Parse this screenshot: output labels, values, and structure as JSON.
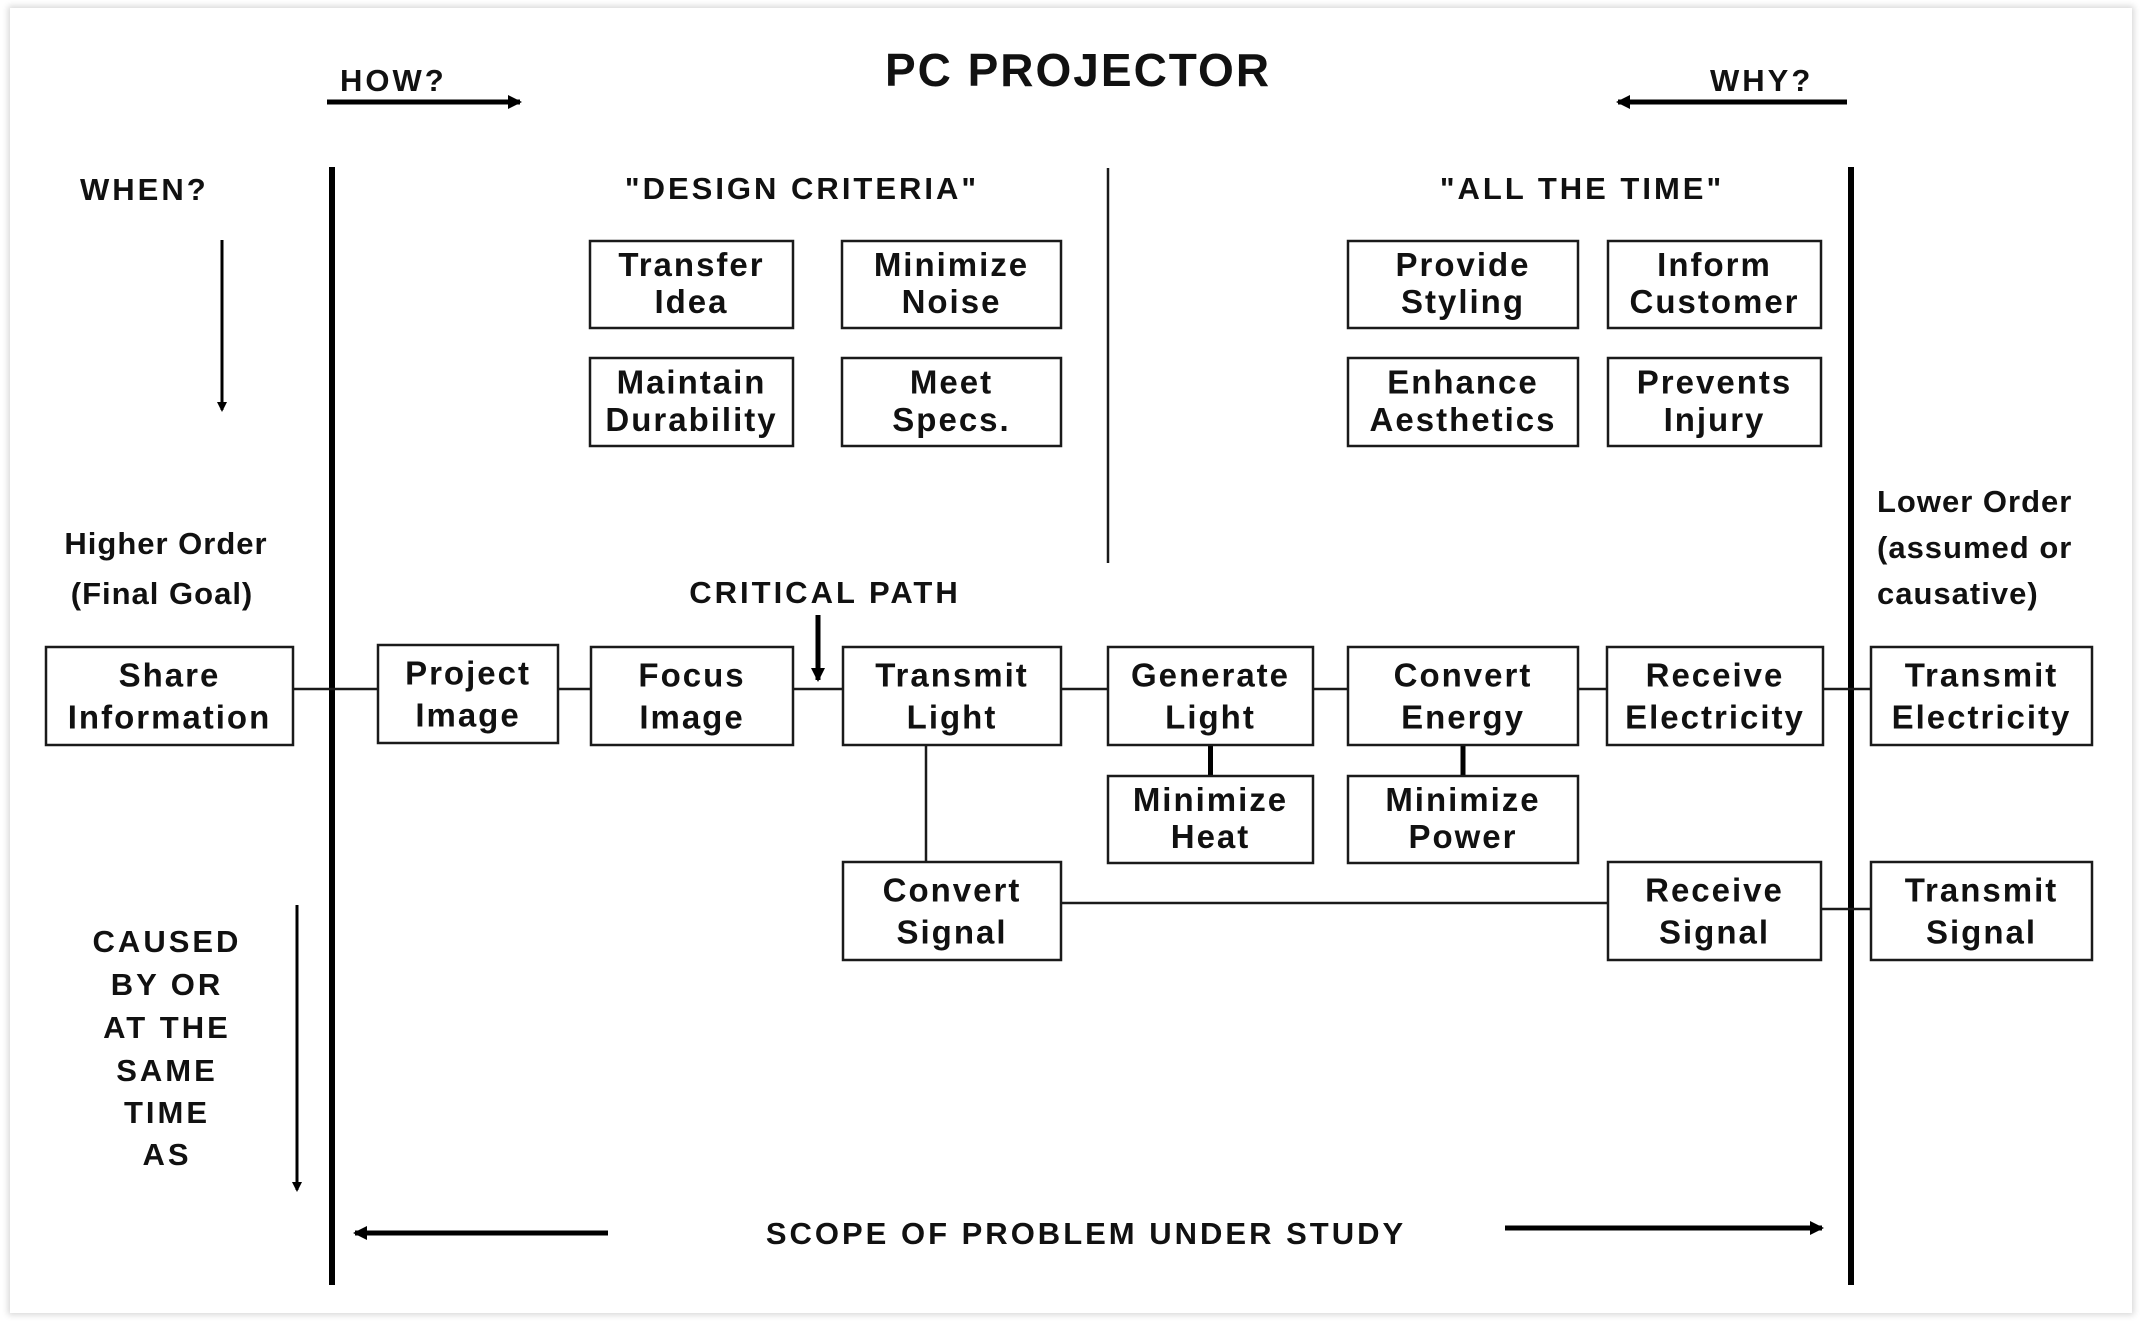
{
  "title": "PC PROJECTOR",
  "direction_labels": {
    "how": "HOW?",
    "why": "WHY?",
    "when": "WHEN?",
    "caused_by": [
      "CAUSED",
      "BY OR",
      "AT THE",
      "SAME",
      "TIME",
      "AS"
    ],
    "scope": "SCOPE OF PROBLEM UNDER STUDY",
    "critical_path": "CRITICAL PATH"
  },
  "section_headings": {
    "design_criteria": "\"DESIGN CRITERIA\"",
    "all_the_time": "\"ALL THE TIME\""
  },
  "higher_order": [
    "Higher Order",
    "(Final Goal)"
  ],
  "lower_order": [
    "Lower Order",
    "(assumed or",
    "causative)"
  ],
  "design_criteria": [
    {
      "id": "transfer-idea",
      "lines": [
        "Transfer",
        "Idea"
      ]
    },
    {
      "id": "minimize-noise",
      "lines": [
        "Minimize",
        "Noise"
      ]
    },
    {
      "id": "maintain-durability",
      "lines": [
        "Maintain",
        "Durability"
      ]
    },
    {
      "id": "meet-specs",
      "lines": [
        "Meet",
        "Specs."
      ]
    }
  ],
  "all_the_time": [
    {
      "id": "provide-styling",
      "lines": [
        "Provide",
        "Styling"
      ]
    },
    {
      "id": "inform-customer",
      "lines": [
        "Inform",
        "Customer"
      ]
    },
    {
      "id": "enhance-aesthetics",
      "lines": [
        "Enhance",
        "Aesthetics"
      ]
    },
    {
      "id": "prevents-injury",
      "lines": [
        "Prevents",
        "Injury"
      ]
    }
  ],
  "functions": [
    {
      "id": "share-information",
      "lines": [
        "Share",
        "Information"
      ]
    },
    {
      "id": "project-image",
      "lines": [
        "Project",
        "Image"
      ]
    },
    {
      "id": "focus-image",
      "lines": [
        "Focus",
        "Image"
      ]
    },
    {
      "id": "transmit-light",
      "lines": [
        "Transmit",
        "Light"
      ]
    },
    {
      "id": "generate-light",
      "lines": [
        "Generate",
        "Light"
      ]
    },
    {
      "id": "convert-energy",
      "lines": [
        "Convert",
        "Energy"
      ]
    },
    {
      "id": "receive-electricity",
      "lines": [
        "Receive",
        "Electricity"
      ]
    },
    {
      "id": "transmit-electricity",
      "lines": [
        "Transmit",
        "Electricity"
      ]
    },
    {
      "id": "minimize-heat",
      "lines": [
        "Minimize",
        "Heat"
      ]
    },
    {
      "id": "minimize-power",
      "lines": [
        "Minimize",
        "Power"
      ]
    },
    {
      "id": "convert-signal",
      "lines": [
        "Convert",
        "Signal"
      ]
    },
    {
      "id": "receive-signal",
      "lines": [
        "Receive",
        "Signal"
      ]
    },
    {
      "id": "transmit-signal",
      "lines": [
        "Transmit",
        "Signal"
      ]
    }
  ],
  "connections": [
    [
      "share-information",
      "project-image"
    ],
    [
      "project-image",
      "focus-image"
    ],
    [
      "focus-image",
      "transmit-light"
    ],
    [
      "transmit-light",
      "generate-light"
    ],
    [
      "generate-light",
      "convert-energy"
    ],
    [
      "convert-energy",
      "receive-electricity"
    ],
    [
      "receive-electricity",
      "transmit-electricity"
    ],
    [
      "transmit-light",
      "convert-signal"
    ],
    [
      "generate-light",
      "minimize-heat"
    ],
    [
      "convert-energy",
      "minimize-power"
    ],
    [
      "convert-signal",
      "receive-signal"
    ],
    [
      "receive-signal",
      "transmit-signal"
    ]
  ]
}
